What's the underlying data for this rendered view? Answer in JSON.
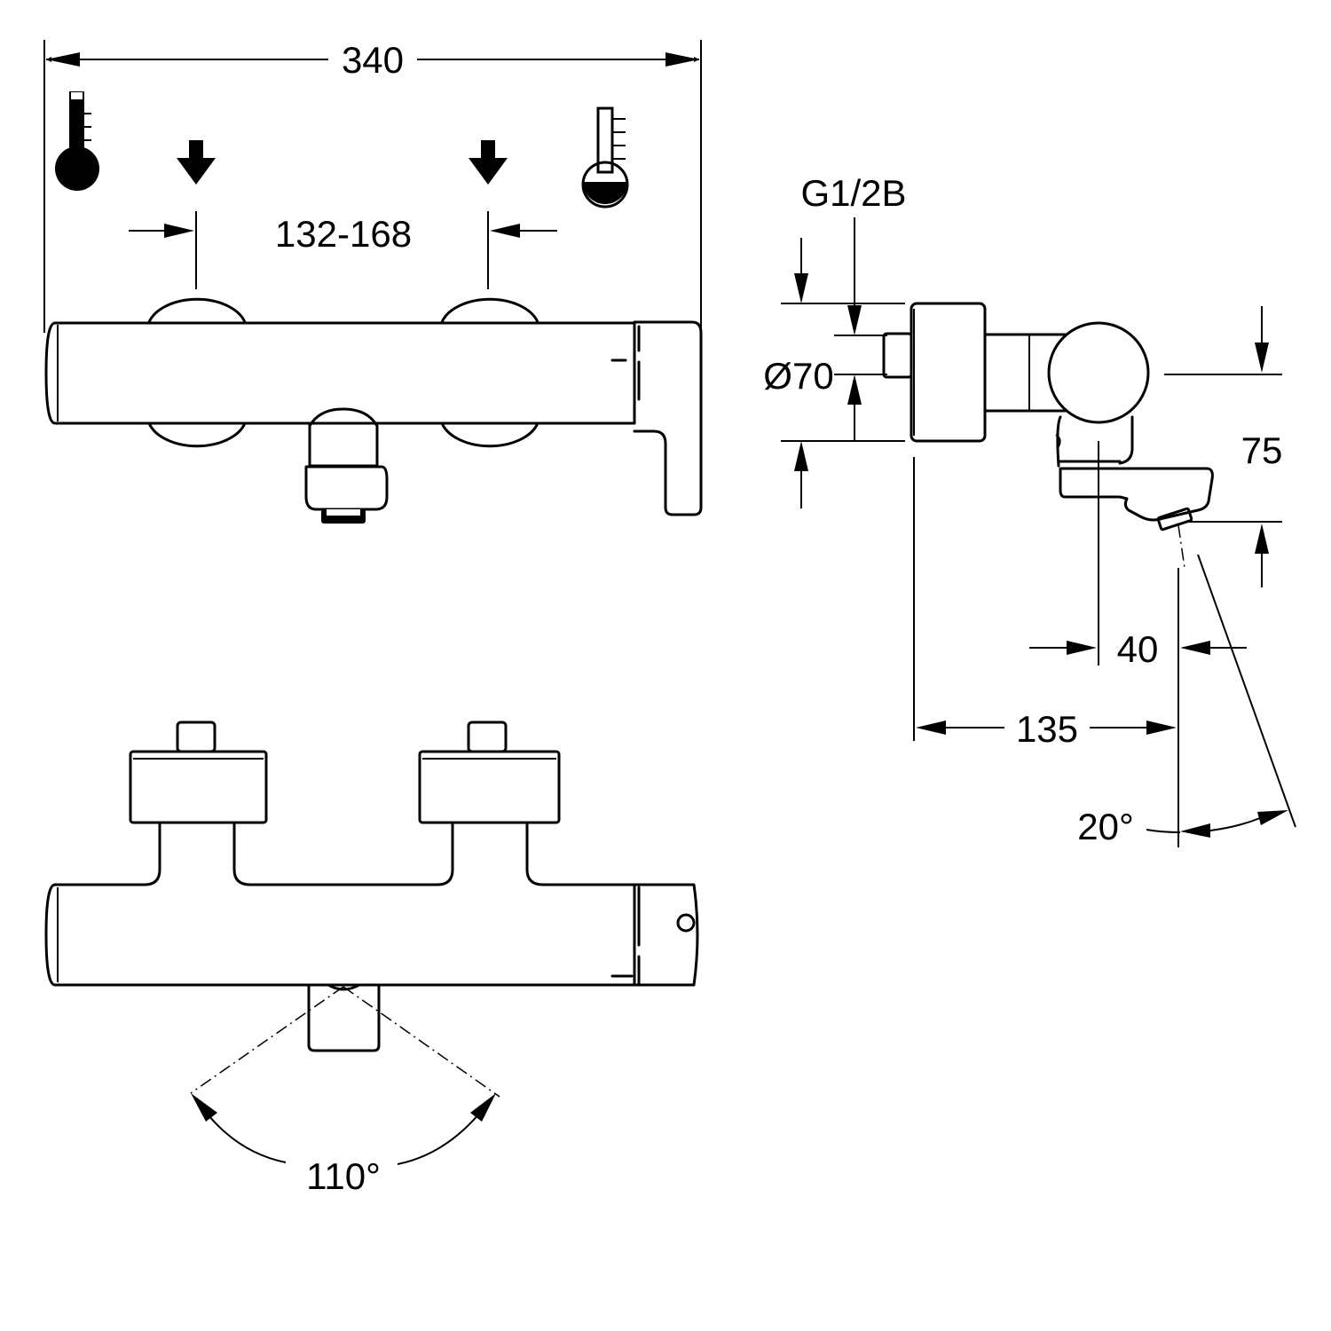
{
  "dimensions": {
    "overall_width": "340",
    "inlet_centers": "132-168",
    "connection_thread": "G1/2B",
    "body_diameter": "Ø70",
    "spout_height": "75",
    "spout_offset": "40",
    "projection": "135",
    "spout_tilt": "20°",
    "spout_swivel": "110°"
  },
  "icons": {
    "left_inlet": "thermometer-hot-icon",
    "right_inlet": "thermometer-cold-icon",
    "inlet_arrow": "arrow-down-icon"
  }
}
